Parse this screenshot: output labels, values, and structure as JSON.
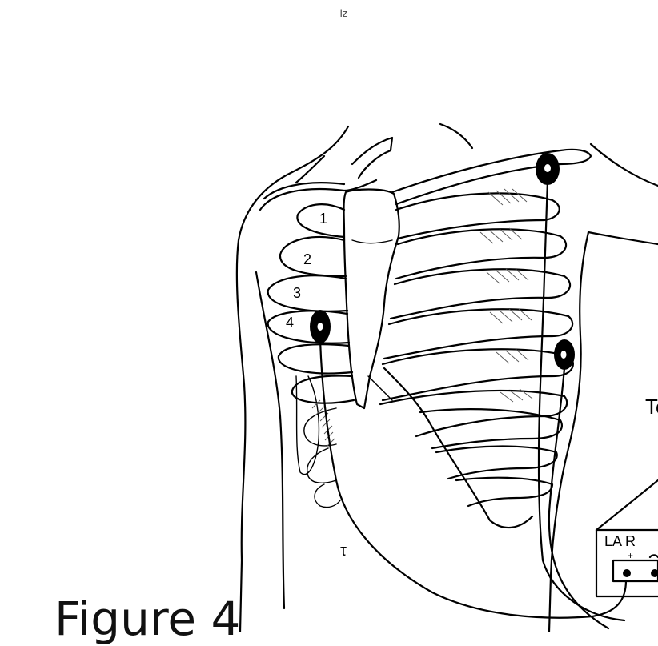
{
  "header": {
    "label": "lz"
  },
  "caption": {
    "text": "Figure 4"
  },
  "diagram": {
    "rib_numbers": [
      "1",
      "2",
      "3",
      "4"
    ],
    "side_text": "To",
    "device_label": "LA R",
    "plus_symbol": "+",
    "navel_mark": "τ",
    "colors": {
      "ink": "#000000",
      "background": "#ffffff"
    }
  }
}
